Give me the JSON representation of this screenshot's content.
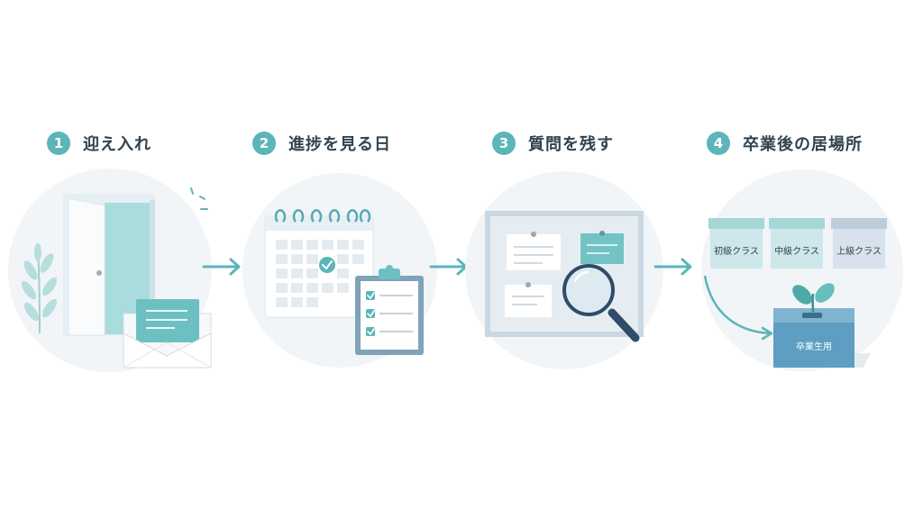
{
  "steps": [
    {
      "number": "1",
      "title": "迎え入れ"
    },
    {
      "number": "2",
      "title": "進捗を見る日"
    },
    {
      "number": "3",
      "title": "質問を残す"
    },
    {
      "number": "4",
      "title": "卒業後の居場所"
    }
  ],
  "boxes": {
    "beginner": "初級クラス",
    "intermediate": "中級クラス",
    "advanced": "上級クラス",
    "graduate": "卒業生用"
  },
  "colors": {
    "accent": "#5cb5b8",
    "title": "#2f4350",
    "circle_bg": "#f1f5f8"
  }
}
